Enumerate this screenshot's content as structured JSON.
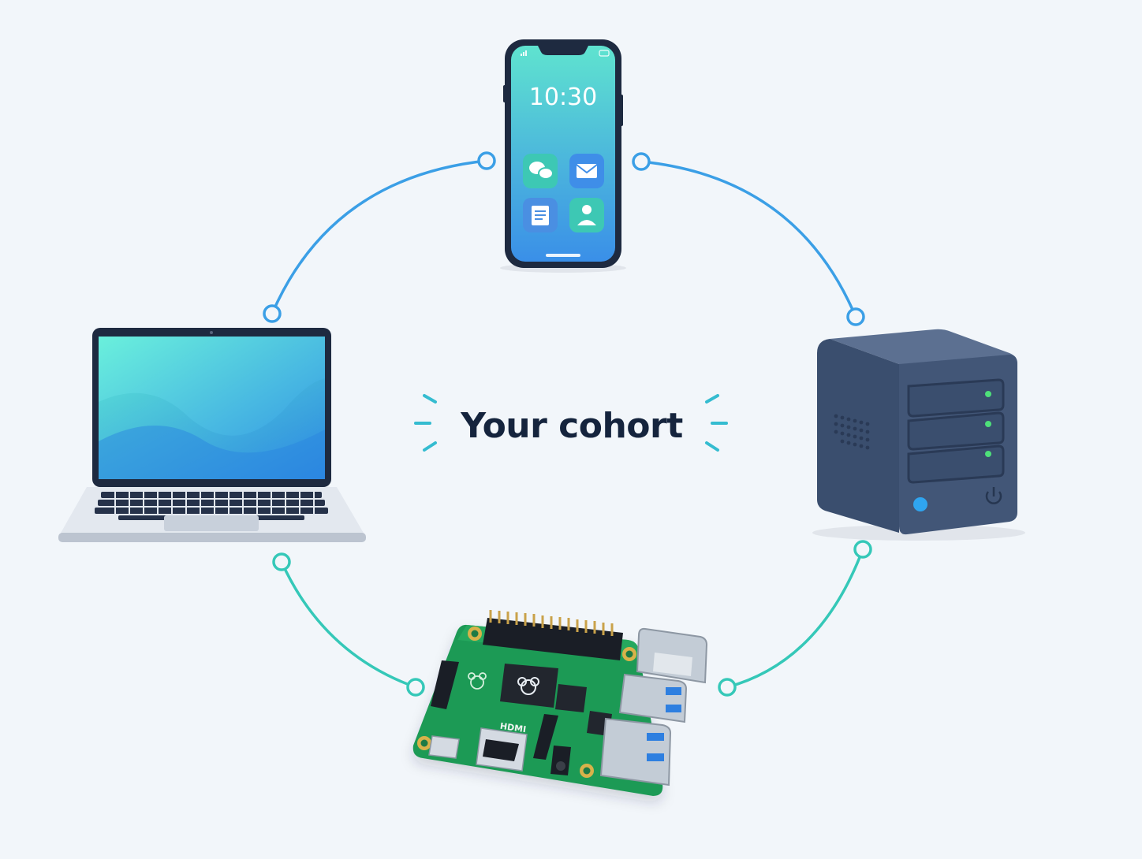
{
  "diagram": {
    "title": "Your cohort",
    "colors": {
      "background": "#f2f6fa",
      "link_top": "#3b9fe6",
      "link_bottom": "#35c8b8",
      "title_text": "#15243d",
      "nas_body": "#3a4e6e"
    },
    "nodes": [
      {
        "id": "phone",
        "icon": "smartphone-icon",
        "screen": {
          "time": "10:30",
          "apps": [
            "chat-icon",
            "mail-icon",
            "document-icon",
            "contact-icon"
          ]
        }
      },
      {
        "id": "laptop",
        "icon": "laptop-icon"
      },
      {
        "id": "nas",
        "icon": "server-icon",
        "drive_bays": 3
      },
      {
        "id": "raspberry-pi",
        "icon": "single-board-computer-icon",
        "port_label": "HDMI"
      }
    ],
    "links": [
      {
        "from": "laptop",
        "to": "phone"
      },
      {
        "from": "phone",
        "to": "nas"
      },
      {
        "from": "nas",
        "to": "raspberry-pi"
      },
      {
        "from": "raspberry-pi",
        "to": "laptop"
      }
    ]
  }
}
